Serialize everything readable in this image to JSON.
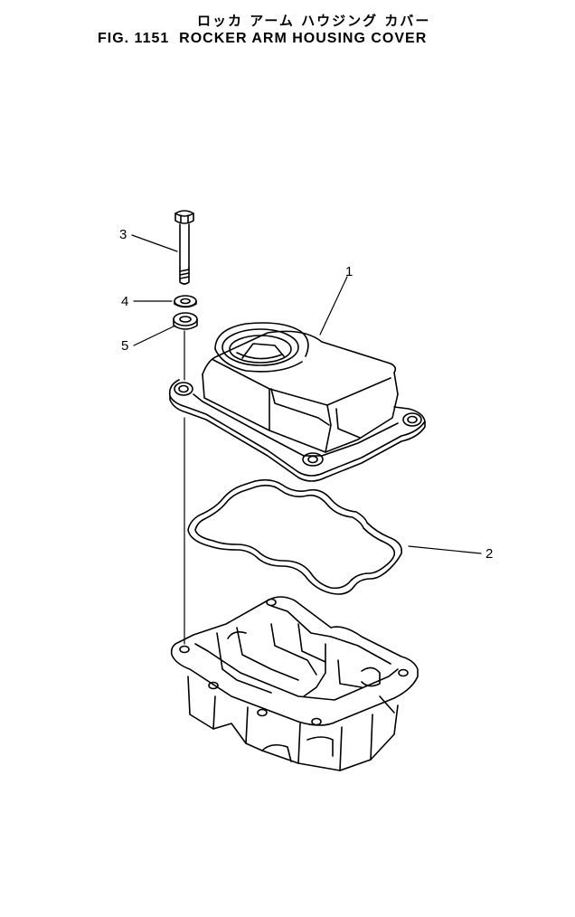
{
  "title": {
    "japanese": "ロッカ アーム ハウジング カバー",
    "english": "FIG. 1151  ROCKER ARM HOUSING COVER"
  },
  "callouts": [
    {
      "id": "1",
      "label": "1"
    },
    {
      "id": "2",
      "label": "2"
    },
    {
      "id": "3",
      "label": "3"
    },
    {
      "id": "4",
      "label": "4"
    },
    {
      "id": "5",
      "label": "5"
    }
  ],
  "colors": {
    "ink": "#000000",
    "paper": "#ffffff"
  }
}
